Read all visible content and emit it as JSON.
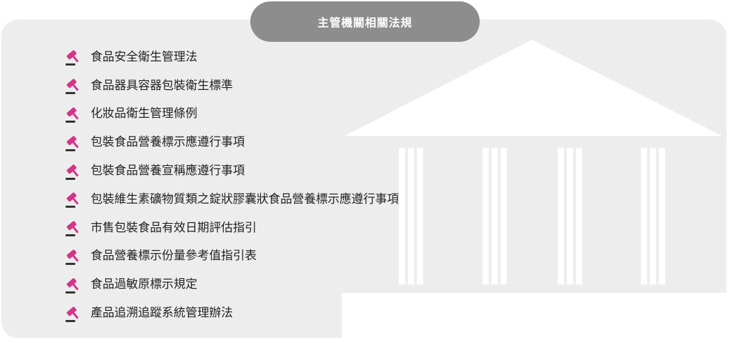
{
  "header": {
    "title": "主管機關相關法規"
  },
  "colors": {
    "panel_bg": "#ededed",
    "pill_bg": "#8d8d8d",
    "gavel_accent": "#d6348a",
    "building_white": "#ffffff"
  },
  "law_list": {
    "icon": "gavel-icon",
    "items": [
      "食品安全衛生管理法",
      "食品器具容器包裝衛生標準",
      "化妝品衛生管理條例",
      "包裝食品營養標示應遵行事項",
      "包裝食品營養宣稱應遵行事項",
      "包裝維生素礦物質類之錠狀膠囊狀食品營養標示應遵行事項",
      "市售包裝食品有效日期評估指引",
      "食品營養標示份量參考值指引表",
      "食品過敏原標示規定",
      "產品追溯追蹤系統管理辦法"
    ]
  }
}
